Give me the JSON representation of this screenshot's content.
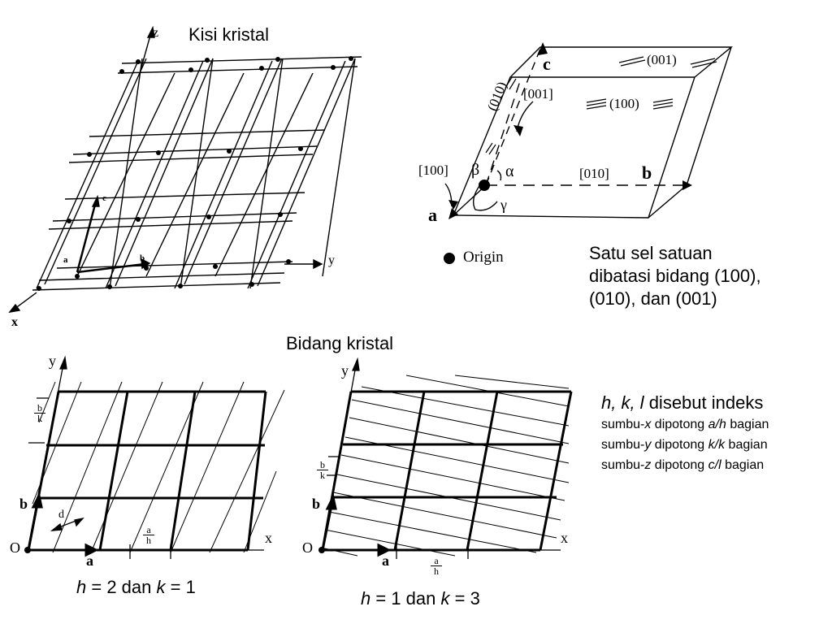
{
  "lattice": {
    "title": "Kisi kristal",
    "axis_z": "z",
    "axis_y": "y",
    "axis_x": "x",
    "vec_c": "c",
    "vec_a": "a",
    "vec_b": "b"
  },
  "unit_cell": {
    "axis_c": "c",
    "axis_b": "b",
    "axis_a": "a",
    "dir_001": "[001]",
    "dir_100": "[100]",
    "dir_010": "[010]",
    "plane_001": "(001)",
    "plane_100": "(100)",
    "plane_010": "(010)",
    "angle_alpha": "α",
    "angle_beta": "β",
    "angle_gamma": "γ",
    "origin_label": "Origin"
  },
  "caption_cell": {
    "line1": "Satu sel satuan",
    "line2": "dibatasi bidang (100),",
    "line3": "(010), dan (001)"
  },
  "planes": {
    "title": "Bidang kristal",
    "left": {
      "axis_y": "y",
      "axis_x": "x",
      "origin": "O",
      "vec_b": "b",
      "vec_a": "a",
      "d_label": "d",
      "frac_top_b": "b",
      "frac_bottom_k": "k",
      "frac_top_a": "a",
      "frac_bottom_h": "h",
      "caption_h": "h",
      "caption_mid1": " = 2 dan ",
      "caption_k": "k",
      "caption_mid2": " = 1"
    },
    "right": {
      "axis_y": "y",
      "axis_x": "x",
      "origin": "O",
      "vec_b": "b",
      "vec_a": "a",
      "frac_top_b": "b",
      "frac_bottom_k": "k",
      "frac_top_a": "a",
      "frac_bottom_h": "h",
      "caption_h": "h",
      "caption_mid1": " = 1 dan ",
      "caption_k": "k",
      "caption_mid2": " = 3"
    }
  },
  "indices": {
    "head_hkl": "h, k, l",
    "head_rest": " disebut indeks",
    "l1_pre": "sumbu-",
    "l1_axis": "x",
    "l1_mid": " dipotong ",
    "l1_frac": "a/h",
    "l1_post": " bagian",
    "l2_pre": "sumbu-",
    "l2_axis": "y",
    "l2_mid": " dipotong ",
    "l2_frac": "k/k",
    "l2_post": " bagian",
    "l3_pre": "sumbu-",
    "l3_axis": "z",
    "l3_mid": " dipotong ",
    "l3_frac": "c/l",
    "l3_post": " bagian"
  }
}
